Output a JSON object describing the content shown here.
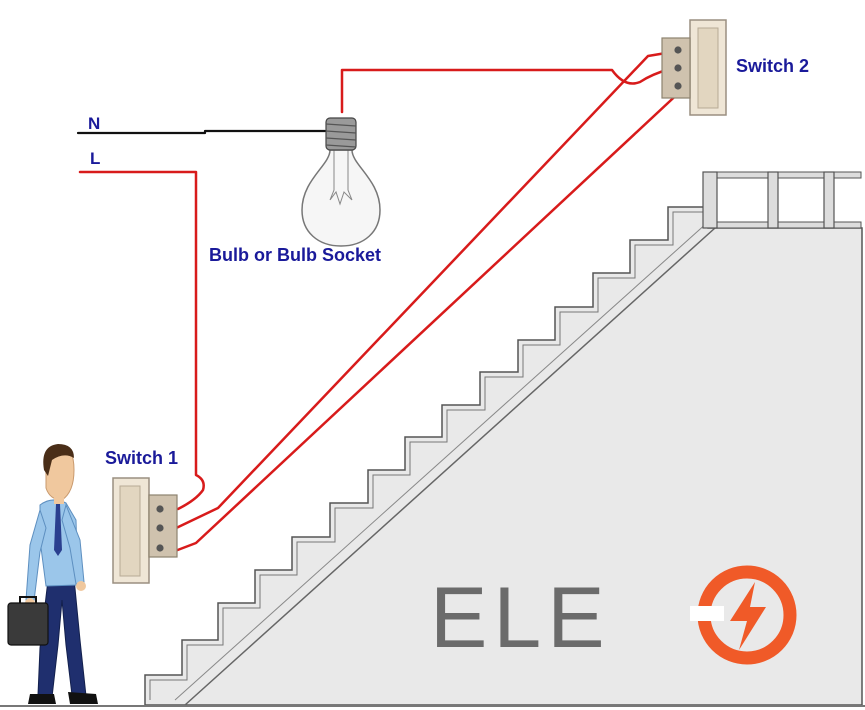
{
  "labels": {
    "neutral": "N",
    "live": "L",
    "bulb": "Bulb or Bulb Socket",
    "switch1": "Switch 1",
    "switch2": "Switch 2"
  },
  "logo": {
    "text": "ELE",
    "icon": "lightning-circle-icon",
    "accent_color": "#f05a28"
  },
  "colors": {
    "wire_live": "#d81b1b",
    "wire_neutral": "#111111",
    "label": "#1a1a9a",
    "stair_fill": "#eaeaea",
    "stair_stroke": "#555555"
  }
}
